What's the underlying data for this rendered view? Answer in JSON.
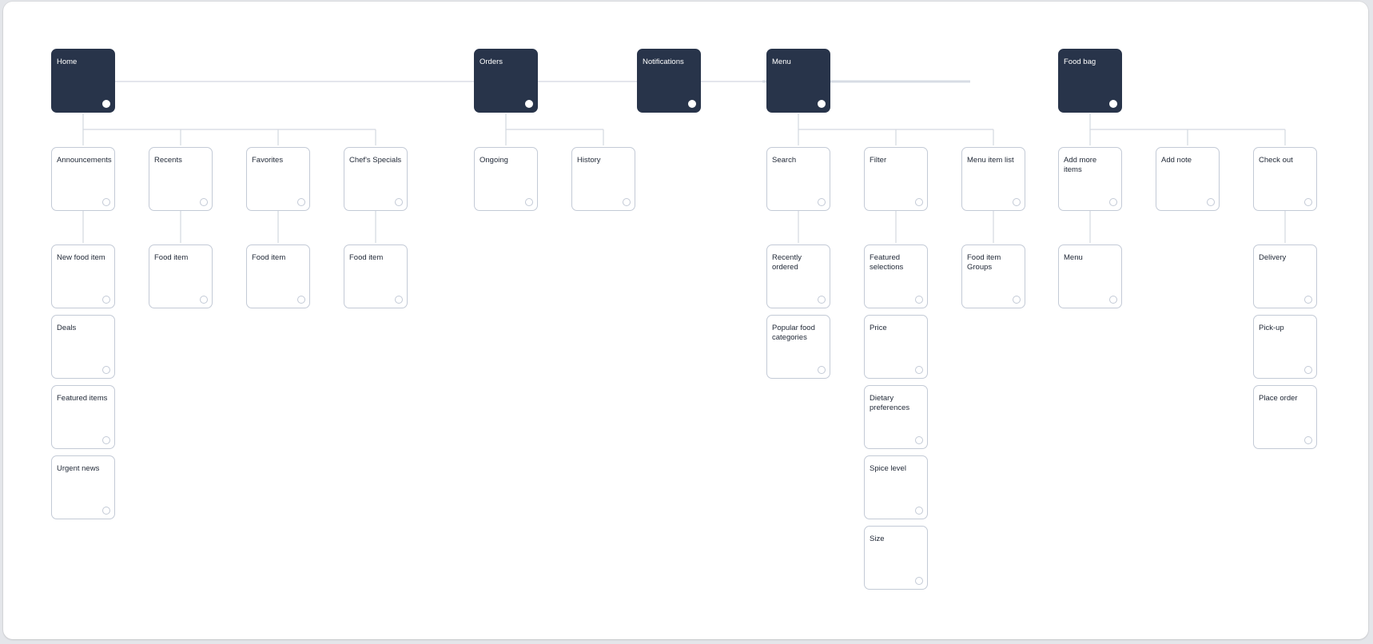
{
  "diagram": {
    "top_nodes": {
      "home": "Home",
      "orders": "Orders",
      "notifications": "Notifications",
      "menu": "Menu",
      "food_bag": "Food bag"
    },
    "home": {
      "announcements": "Announcements",
      "recents": "Recents",
      "favorites": "Favorites",
      "chefs_specials": "Chef's Specials",
      "new_food_item": "New food item",
      "deals": "Deals",
      "featured_items": "Featured items",
      "urgent_news": "Urgent news",
      "recents_food_item": "Food item",
      "favorites_food_item": "Food item",
      "specials_food_item": "Food item"
    },
    "orders": {
      "ongoing": "Ongoing",
      "history": "History"
    },
    "menu": {
      "search": "Search",
      "filter": "Filter",
      "menu_item_list": "Menu item list",
      "recently_ordered": "Recently ordered",
      "popular_food_categories": "Popular food categories",
      "featured_selections": "Featured selections",
      "price": "Price",
      "dietary_preferences": "Dietary preferences",
      "spice_level": "Spice level",
      "size": "Size",
      "food_item_groups": "Food item Groups"
    },
    "food_bag": {
      "add_more_items": "Add more items",
      "add_note": "Add note",
      "check_out": "Check out",
      "menu": "Menu",
      "delivery": "Delivery",
      "pick_up": "Pick-up",
      "place_order": "Place order"
    }
  }
}
